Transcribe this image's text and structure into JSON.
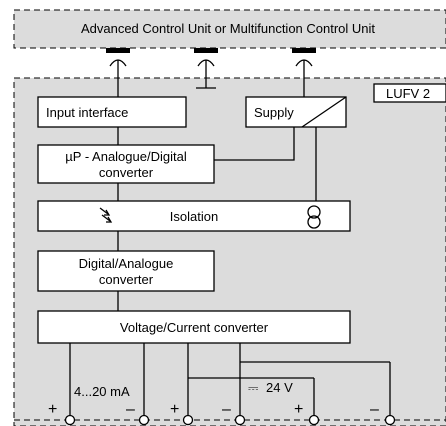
{
  "controller": {
    "label": "Advanced Control Unit or Multifunction Control Unit"
  },
  "module": {
    "label": "LUFV 2"
  },
  "blocks": {
    "input_interface": "Input interface",
    "supply": "Supply",
    "adc_line1": "µP - Analogue/Digital",
    "adc_line2": "converter",
    "isolation": "Isolation",
    "dac_line1": "Digital/Analogue",
    "dac_line2": "converter",
    "voltage_current": "Voltage/Current converter"
  },
  "outputs": {
    "current_range": "4...20 mA",
    "supply_voltage": "24 V",
    "dc_symbol": "⎓",
    "plus": "+",
    "minus": "–"
  },
  "colors": {
    "panel": "#dcdcdc",
    "line": "#000000",
    "box": "#ffffff"
  }
}
